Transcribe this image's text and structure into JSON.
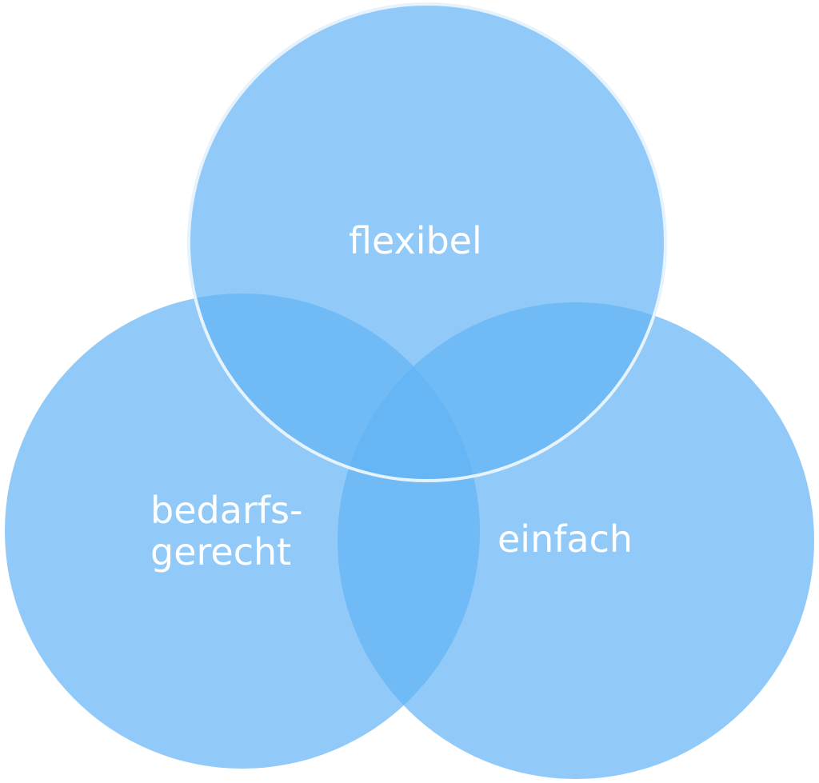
{
  "diagram": {
    "circles": [
      {
        "id": "top",
        "label_lines": [
          "flexibel"
        ]
      },
      {
        "id": "left",
        "label_lines": [
          "bedarfs-",
          "gerecht"
        ]
      },
      {
        "id": "right",
        "label_lines": [
          "einfach"
        ]
      }
    ],
    "colors": {
      "circle_fill": "#62b4f5",
      "circle_fill_opacity": "0.70",
      "top_outline": "#e6f3fd",
      "label_text": "#ffffff",
      "background": "#ffffff"
    }
  }
}
